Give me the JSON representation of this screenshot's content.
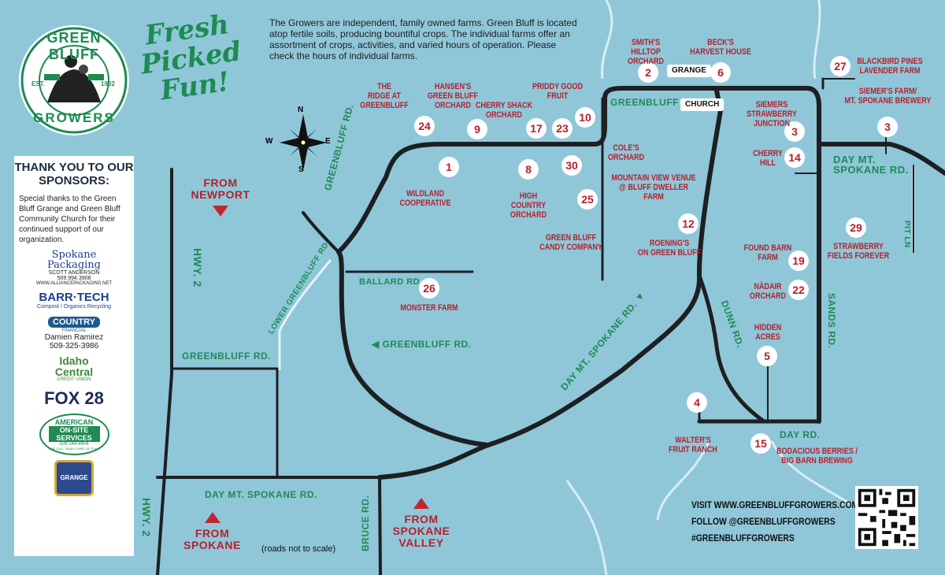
{
  "title": "Fresh Picked Fun!",
  "logo": {
    "text_top": "GREEN BLUFF",
    "text_bottom": "GROWERS",
    "est": "EST.",
    "year": "1902"
  },
  "intro": "The Growers are independent, family owned farms. Green Bluff is located atop fertile soils, producing bountiful crops. The individual farms offer an assortment of crops, activities, and varied hours of operation. Please check the hours of individual farms.",
  "compass": {
    "n": "N",
    "s": "S",
    "e": "E",
    "w": "W"
  },
  "sponsors": {
    "title": "THANK YOU TO OUR SPONSORS:",
    "text": "Special thanks to the Green Bluff Grange and Green Bluff Community Church for their continued support of our organization.",
    "spokane_packaging": {
      "name1": "Spokane",
      "name2": "Packaging",
      "contact": "SCOTT ANDERSON",
      "phone": "509.994.3908",
      "web": "WWW.ALLIANCEPACKAGING.NET"
    },
    "barrtech": {
      "name": "BARR·TECH",
      "sub": "Compost / Organics Recycling"
    },
    "country": {
      "name": "COUNTRY",
      "sub": "FINANCIAL",
      "agent": "Damien Ramirez",
      "phone": "509-325-3986"
    },
    "idaho": {
      "name1": "Idaho",
      "name2": "Central",
      "sub": "CREDIT UNION"
    },
    "fox": {
      "name": "FOX 28"
    },
    "american": {
      "line1": "AMERICAN",
      "line2": "ON-SITE",
      "line3": "SERVICES",
      "phone": "509-244-8404",
      "tag": "ONE CALL TAKES CARE OF IT ALL"
    },
    "grange": {
      "name": "GRANGE"
    }
  },
  "from_labels": {
    "newport": "FROM\nNEWPORT",
    "spokane": "FROM\nSPOKANE",
    "valley": "FROM\nSPOKANE\nVALLEY"
  },
  "scale_note": "(roads not to scale)",
  "footer": {
    "visit": "VISIT WWW.GREENBLUFFGROWERS.COM",
    "follow": "FOLLOW @GREENBLUFFGROWERS",
    "tag": "#GREENBLUFFGROWERS"
  },
  "roads": {
    "greenbluff_top": "GREENBLUFF RD.",
    "greenbluff_diag": "GREENBLUFF RD.",
    "lower_greenbluff": "LOWER GREENBLUFF RD.",
    "ballard": "BALLARD RD",
    "greenbluff_mid": "GREENBLUFF RD.",
    "greenbluff_left": "GREENBLUFF RD.",
    "hwy2_upper": "HWY. 2",
    "hwy2_lower": "HWY. 2",
    "day_mt_spokane_bottom": "DAY MT. SPOKANE RD.",
    "bruce": "BRUCE RD.",
    "day_mt_spokane_diag": "DAY MT. SPOKANE RD.",
    "dunn": "DUNN RD.",
    "sands": "SANDS RD.",
    "day_rd": "DAY RD.",
    "day_mt_spokane_right": "DAY MT.\nSPOKANE RD.",
    "pit_ln": "PIT LN"
  },
  "pills": {
    "grange": "GRANGE",
    "church": "CHURCH"
  },
  "farms": [
    {
      "num": "2",
      "name": "SMITH'S\nHILLTOP ORCHARD"
    },
    {
      "num": "6",
      "name": "BECK'S\nHARVEST HOUSE"
    },
    {
      "num": "27",
      "name": "BLACKBIRD PINES\nLAVENDER FARM"
    },
    {
      "num": "3",
      "name": "SIEMER'S FARM/\nMT. SPOKANE BREWERY"
    },
    {
      "num": "24",
      "name": "THE\nRIDGE AT\nGREENBLUFF"
    },
    {
      "num": "9",
      "name": "HANSEN'S\nGREEN BLUFF\nORCHARD"
    },
    {
      "num": "17",
      "name": "CHERRY SHACK\nORCHARD"
    },
    {
      "num": "23",
      "name": "PRIDDY GOOD FRUIT"
    },
    {
      "num": "10",
      "name": "COLE'S\nORCHARD"
    },
    {
      "num": "3",
      "name": "SIEMERS STRAWBERRY\nJUNCTION"
    },
    {
      "num": "14",
      "name": "CHERRY\nHILL"
    },
    {
      "num": "1",
      "name": "WILDLAND\nCOOPERATIVE"
    },
    {
      "num": "8",
      "name": "HIGH\nCOUNTRY\nORCHARD"
    },
    {
      "num": "30",
      "name": "MOUNTAIN VIEW VENUE\n@ BLUFF DWELLER FARM"
    },
    {
      "num": "25",
      "name": "GREEN BLUFF\nCANDY COMPANY"
    },
    {
      "num": "12",
      "name": "ROENING'S\nON GREEN BLUFF"
    },
    {
      "num": "29",
      "name": "STRAWBERRY\nFIELDS FOREVER"
    },
    {
      "num": "19",
      "name": "FOUND BARN\nFARM"
    },
    {
      "num": "22",
      "name": "NÀDAIR\nORCHARD"
    },
    {
      "num": "26",
      "name": "MONSTER FARM"
    },
    {
      "num": "5",
      "name": "HIDDEN\nACRES"
    },
    {
      "num": "4",
      "name": "WALTER'S\nFRUIT RANCH"
    },
    {
      "num": "15",
      "name": "BODACIOUS BERRIES /\nBIG BARN BREWING"
    }
  ]
}
